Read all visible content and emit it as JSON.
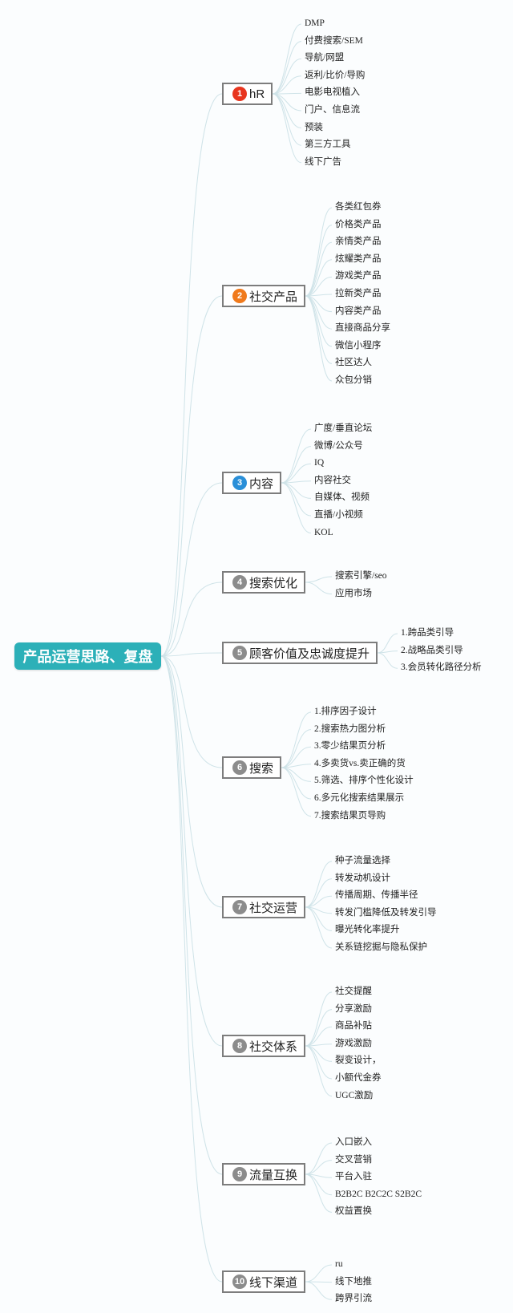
{
  "root": {
    "label": "产品运营思路、复盘"
  },
  "branches": [
    {
      "badge": "1",
      "label": "hR",
      "badge_color": "#e8351e",
      "leaves": [
        "DMP",
        "付费搜索/SEM",
        "导航/网盟",
        "返利/比价/导购",
        "电影电视植入",
        "门户、信息流",
        "预装",
        "第三方工具",
        "线下广告"
      ]
    },
    {
      "badge": "2",
      "label": "社交产品",
      "badge_color": "#f07a1c",
      "leaves": [
        "各类红包券",
        "价格类产品",
        "亲情类产品",
        "炫耀类产品",
        "游戏类产品",
        "拉新类产品",
        "内容类产品",
        "直接商品分享",
        "微信小程序",
        "社区达人",
        "众包分销"
      ]
    },
    {
      "badge": "3",
      "label": "内容",
      "badge_color": "#2a8fd8",
      "leaves": [
        "广度/垂直论坛",
        "微博/公众号",
        "IQ",
        "内容社交",
        "自媒体、视频",
        "直播/小视频",
        "KOL"
      ]
    },
    {
      "badge": "4",
      "label": "搜索优化",
      "badge_color": "#8c8c8c",
      "leaves": [
        "搜索引擎/seo",
        "应用市场"
      ]
    },
    {
      "badge": "5",
      "label": "顾客价值及忠诚度提升",
      "badge_color": "#8c8c8c",
      "leaves": [
        "1.跨品类引导",
        "2.战略品类引导",
        "3.会员转化路径分析"
      ]
    },
    {
      "badge": "6",
      "label": "搜索",
      "badge_color": "#8c8c8c",
      "leaves": [
        "1.排序因子设计",
        "2.搜索热力图分析",
        "3.零少结果页分析",
        "4.多卖货vs.卖正确的货",
        "5.筛选、排序个性化设计",
        "6.多元化搜索结果展示",
        "7.搜索结果页导购"
      ]
    },
    {
      "badge": "7",
      "label": "社交运营",
      "badge_color": "#8c8c8c",
      "leaves": [
        "种子流量选择",
        "转发动机设计",
        "传播周期、传播半径",
        "转发门槛降低及转发引导",
        "曝光转化率提升",
        "关系链挖掘与隐私保护"
      ]
    },
    {
      "badge": "8",
      "label": "社交体系",
      "badge_color": "#8c8c8c",
      "leaves": [
        "社交提醒",
        "分享激励",
        "商品补贴",
        "游戏激励",
        "裂变设计，",
        "小额代金券",
        "UGC激励"
      ]
    },
    {
      "badge": "9",
      "label": "流量互换",
      "badge_color": "#8c8c8c",
      "leaves": [
        "入口嵌入",
        "交叉营销",
        "平台入驻",
        "B2B2C B2C2C S2B2C",
        "权益置换"
      ]
    },
    {
      "badge": "10",
      "label": "线下渠道",
      "badge_color": "#8c8c8c",
      "leaves": [
        "ru",
        "线下地推",
        "跨界引流"
      ]
    }
  ],
  "colors": {
    "root_bg": "#2cb0b8",
    "connector": "#cfe3e8",
    "box_border": "#7d7d7d"
  }
}
